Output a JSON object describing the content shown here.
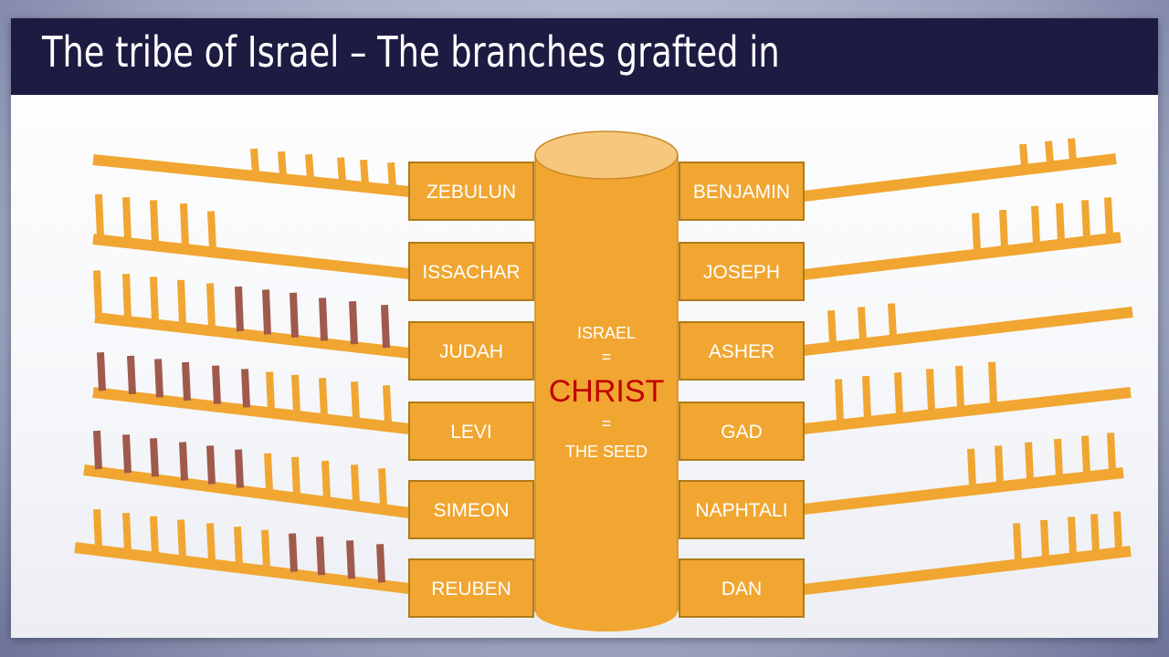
{
  "title": "The tribe of Israel – The branches grafted in",
  "colors": {
    "title_bar": "#1d1b42",
    "orange": "#f0a631",
    "box_border": "#b07a18",
    "withered": "#a05a4c",
    "christ_red": "#c00000"
  },
  "trunk": {
    "line1": "ISRAEL",
    "eq1": "=",
    "main": "CHRIST",
    "eq2": "=",
    "line3": "THE SEED"
  },
  "left_tribes": [
    "ZEBULUN",
    "ISSACHAR",
    "JUDAH",
    "LEVI",
    "SIMEON",
    "REUBEN"
  ],
  "right_tribes": [
    "BENJAMIN",
    "JOSEPH",
    "ASHER",
    "GAD",
    "NAPHTALI",
    "DAN"
  ]
}
